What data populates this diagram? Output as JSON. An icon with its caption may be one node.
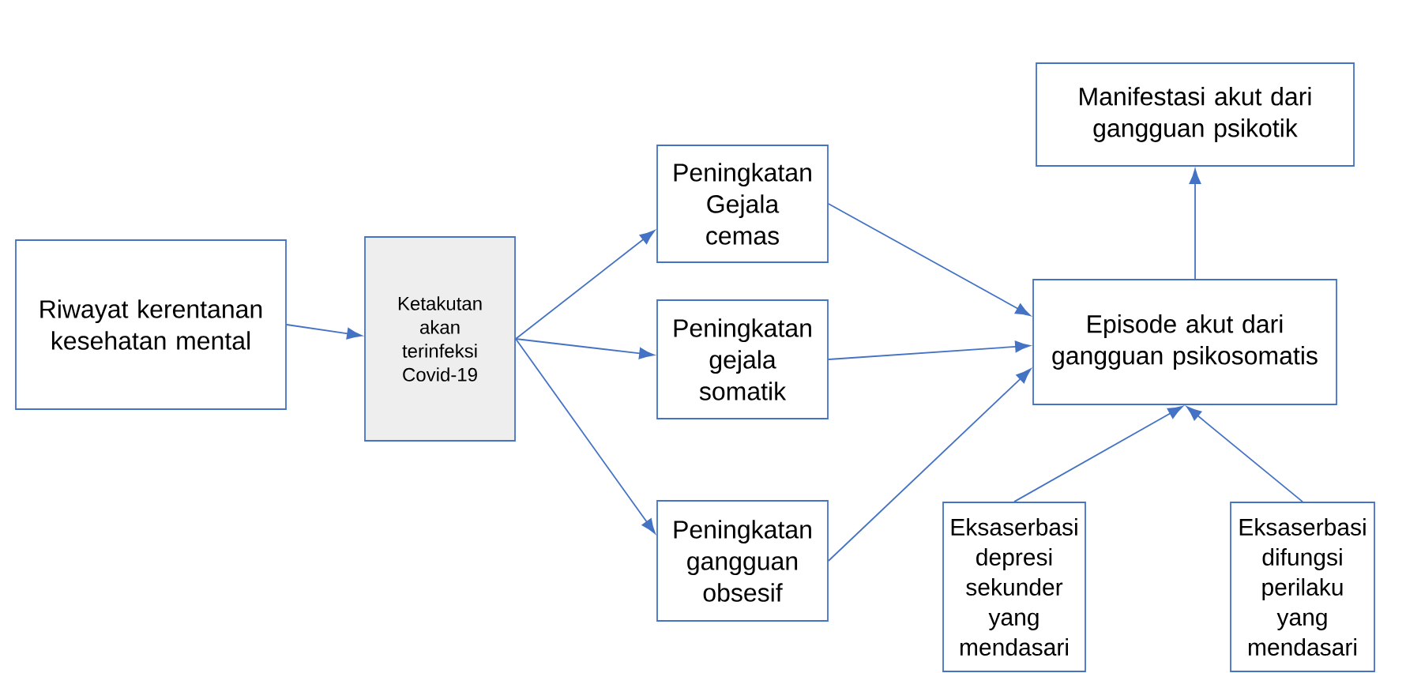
{
  "diagram": {
    "nodes": [
      {
        "text": [
          "Riwayat kerentanan kesehatan mental"
        ]
      },
      {
        "text": [
          "Ketakutan akan terinfeksi Covid-19"
        ]
      },
      {
        "text": [
          "Peningkatan Gejala cemas"
        ]
      },
      {
        "text": [
          "Peningkatan gejala somatik"
        ]
      },
      {
        "text": [
          "Peningkatan gangguan obsesif"
        ]
      },
      {
        "text": [
          "Manifestasi akut dari gangguan psikotik"
        ]
      },
      {
        "text": [
          "Episode akut dari gangguan psikosomatis"
        ]
      },
      {
        "text": [
          "Eksaserbasi depresi sekunder yang mendasari"
        ]
      },
      {
        "text": [
          "Eksaserbasi difungsi perilaku yang mendasari"
        ]
      }
    ],
    "edges": [
      {
        "from": 0,
        "to": 1,
        "arrow": "to"
      },
      {
        "from": 1,
        "to": 2,
        "arrow": "to"
      },
      {
        "from": 1,
        "to": 3,
        "arrow": "to"
      },
      {
        "from": 1,
        "to": 4,
        "arrow": "to"
      },
      {
        "from": 2,
        "to": 6,
        "arrow": "to"
      },
      {
        "from": 3,
        "to": 6,
        "arrow": "to"
      },
      {
        "from": 4,
        "to": 6,
        "arrow": "to"
      },
      {
        "from": 6,
        "to": 5,
        "arrow": "to"
      },
      {
        "from": 7,
        "to": 6,
        "arrow": "to"
      },
      {
        "from": 8,
        "to": 6,
        "arrow": "to"
      }
    ]
  }
}
